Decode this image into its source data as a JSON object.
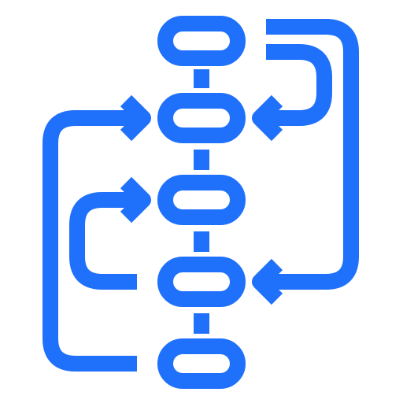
{
  "icon": {
    "name": "flowchart-icon",
    "color": "#1f70fb"
  },
  "nodes": [
    {
      "id": "node-1"
    },
    {
      "id": "node-2"
    },
    {
      "id": "node-3"
    },
    {
      "id": "node-4"
    },
    {
      "id": "node-5"
    }
  ],
  "connectors": [
    {
      "from": "node-1",
      "to": "node-2",
      "type": "vertical"
    },
    {
      "from": "node-2",
      "to": "node-3",
      "type": "vertical"
    },
    {
      "from": "node-3",
      "to": "node-4",
      "type": "vertical"
    },
    {
      "from": "node-4",
      "to": "node-5",
      "type": "vertical"
    }
  ],
  "loops": [
    {
      "from": "node-1",
      "to": "node-2",
      "side": "right"
    },
    {
      "from": "node-1",
      "to": "node-4",
      "side": "right"
    },
    {
      "from": "node-4",
      "to": "node-3",
      "side": "left"
    },
    {
      "from": "node-5",
      "to": "node-2",
      "side": "left"
    }
  ]
}
